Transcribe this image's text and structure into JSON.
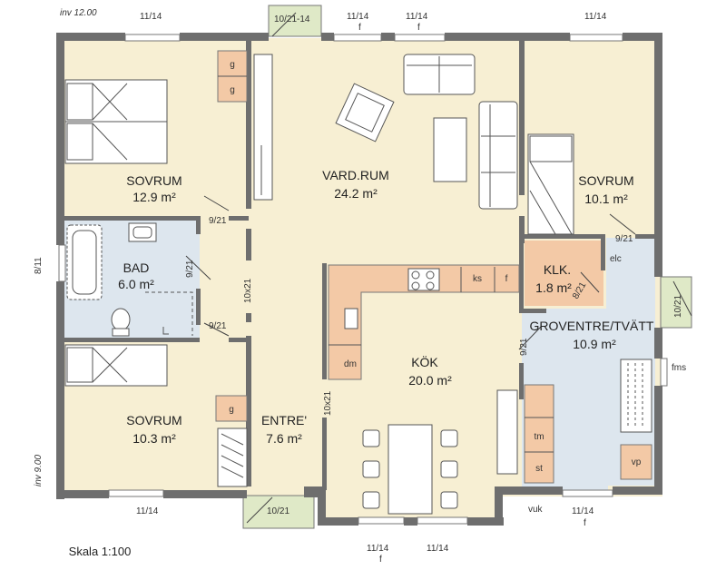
{
  "header": {
    "inv_top": "inv 12.00",
    "inv_side": "inv 9.00"
  },
  "scale": "Skala 1:100",
  "rooms": [
    {
      "key": "sovrum1",
      "name": "SOVRUM",
      "area": "12.9 m²"
    },
    {
      "key": "vardrum",
      "name": "VARD.RUM",
      "area": "24.2 m²"
    },
    {
      "key": "sovrum2",
      "name": "SOVRUM",
      "area": "10.1 m²"
    },
    {
      "key": "bad",
      "name": "BAD",
      "area": "6.0 m²"
    },
    {
      "key": "klk",
      "name": "KLK.",
      "area": "1.8 m²"
    },
    {
      "key": "groventre",
      "name": "GROVENTRE/TVÄTT",
      "area": "10.9 m²"
    },
    {
      "key": "kok",
      "name": "KÖK",
      "area": "20.0 m²"
    },
    {
      "key": "sovrum3",
      "name": "SOVRUM",
      "area": "10.3 m²"
    },
    {
      "key": "entre",
      "name": "ENTRE'",
      "area": "7.6 m²"
    }
  ],
  "dimensions": {
    "top": [
      "11/14",
      "10/21-14",
      "11/14",
      "11/14",
      "11/14"
    ],
    "left": "8/11",
    "right": "10/21",
    "bottom_left": "11/14",
    "entrance": "10/21",
    "bottom_mid": [
      "11/14",
      "11/14"
    ],
    "bottom_right": "11/14",
    "internal": [
      "9/21",
      "9/21",
      "9/21",
      "10x21",
      "10x21",
      "9/21",
      "8/21",
      "9/21"
    ],
    "fixed": "f"
  },
  "fixtures": {
    "g": "g",
    "ks": "ks",
    "f": "f",
    "dm": "dm",
    "tm": "tm",
    "st": "st",
    "vp": "vp",
    "elc": "elc",
    "fms": "fms",
    "vuk": "vuk"
  },
  "colors": {
    "floor": "#f7efd3",
    "bath": "#dde6ee",
    "laundry": "#dde6ee",
    "cabinet": "#f3c9a6",
    "wall": "#6e6e6e",
    "window": "#dfe9c7"
  }
}
